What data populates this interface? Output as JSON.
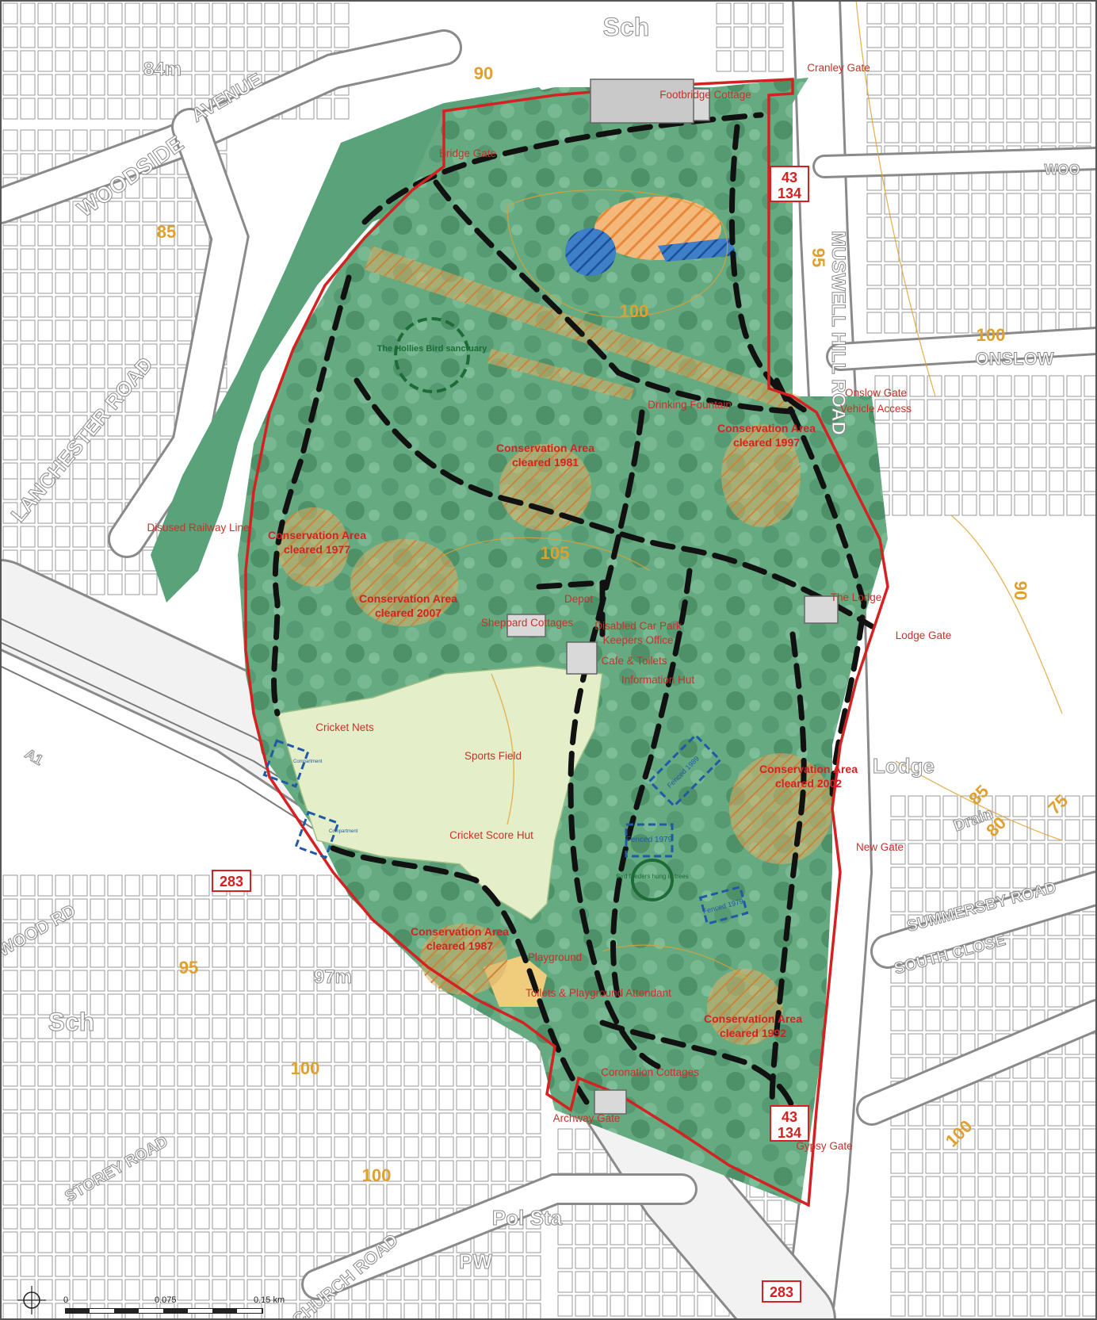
{
  "colors": {
    "background": "#ffffff",
    "street_grid": "#9a9a9a",
    "woodland": "#5fa57c",
    "woodland_dark": "#3f8a62",
    "sports_field": "#e4efc9",
    "boundary": "#d42222",
    "path": "#111111",
    "label_red": "#c8312a",
    "contour": "#e0a030",
    "conservation_hatch": "#d9a84e",
    "fenced_blue": "#1f5aa6",
    "sanctuary_green": "#1d6b36"
  },
  "map": {
    "street_labels": [
      "WOODSIDE",
      "AVENUE",
      "LANCHESTER ROAD",
      "MUSWELL HILL ROAD",
      "ONSLOW",
      "SUMMERSBY ROAD",
      "SOUTH CLOSE",
      "WOOD RD",
      "CHURCH ROAD",
      "STOREY ROAD",
      "Lodge",
      "Drain",
      "WOO",
      "A1"
    ],
    "town_labels": [
      "Sch",
      "Sch",
      "Pol Sta",
      "PW"
    ],
    "spot_heights": [
      "84m",
      "97m"
    ],
    "contour_labels": [
      "90",
      "85",
      "95",
      "100",
      "100",
      "90",
      "85",
      "80",
      "75",
      "95",
      "100",
      "100",
      "100",
      "105"
    ],
    "road_numbers": [
      "43",
      "134",
      "43",
      "134",
      "283",
      "283"
    ],
    "place_labels": [
      "Cranley Gate",
      "Bridge Gate",
      "Onslow Gate",
      "Vehicle Access",
      "Drinking Fountain",
      "The Lodge",
      "Lodge Gate",
      "New Gate",
      "Gypsy Gate",
      "Archway Gate",
      "Disused Railway Line",
      "Depot",
      "Sheppard Cottages",
      "Disabled Car Park",
      "Keepers Office",
      "Cafe & Toilets",
      "Information Hut",
      "Cricket Nets",
      "Sports Field",
      "Cricket Score Hut",
      "Playground",
      "Toilets & Playground Attendant",
      "Coronation Cottages",
      "Footbridge Cottage"
    ],
    "conservation_areas": [
      "Conservation Area cleared 1981",
      "Conservation Area cleared 1997",
      "Conservation Area cleared 1977",
      "Conservation Area cleared 2007",
      "Conservation Area cleared 2002",
      "Conservation Area cleared 1987",
      "Conservation Area cleared 1992"
    ],
    "sanctuaries": [
      "The Hollies Bird sanctuary",
      "Bird feeders hung in trees"
    ],
    "fenced_areas": [
      "Fenced 1989",
      "Fenced 1979",
      "Fenced 1979"
    ],
    "small_labels": [
      "Compartment",
      "Compartment"
    ],
    "scale_bar": {
      "ticks": [
        "0",
        "0.075",
        "0.15 km"
      ]
    }
  }
}
